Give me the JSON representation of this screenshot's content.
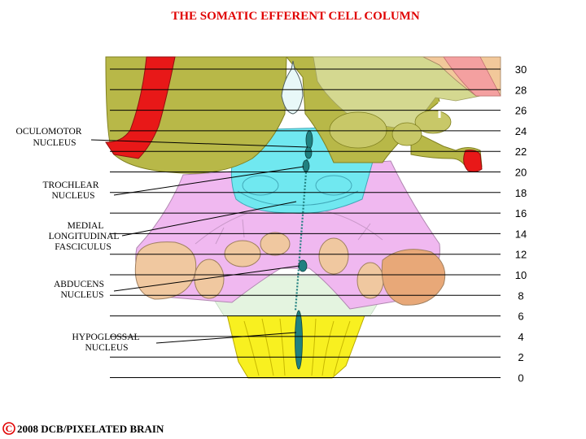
{
  "title": "THE SOMATIC EFFERENT CELL COLUMN",
  "labels": {
    "oculomotor": [
      "OCULOMOTOR",
      "NUCLEUS"
    ],
    "trochlear": [
      "TROCHLEAR",
      "NUCLEUS"
    ],
    "mlf": [
      "MEDIAL",
      "LONGITUDINAL",
      "FASCICULUS"
    ],
    "abducens": [
      "ABDUCENS",
      "NUCLEUS"
    ],
    "hypoglossal": [
      "HYPOGLOSSAL",
      "NUCLEUS"
    ]
  },
  "scale": [
    "30",
    "28",
    "26",
    "24",
    "22",
    "20",
    "18",
    "16",
    "14",
    "12",
    "10",
    "8",
    "6",
    "4",
    "2",
    "0"
  ],
  "credit": {
    "symbol": "C",
    "text": "2008  DCB/PIXELATED BRAIN"
  },
  "colors": {
    "title": "#e00000",
    "midbrain_olive": "#b8b848",
    "light_olive": "#d4d890",
    "red_nucleus": "#e81818",
    "tegmentum_cyan": "#70e8f0",
    "pons_pink": "#f0b8f0",
    "pontine_nuclei": "#f0c8a0",
    "medulla_yellow": "#f8f020",
    "nucleus_dots": "#208080"
  }
}
